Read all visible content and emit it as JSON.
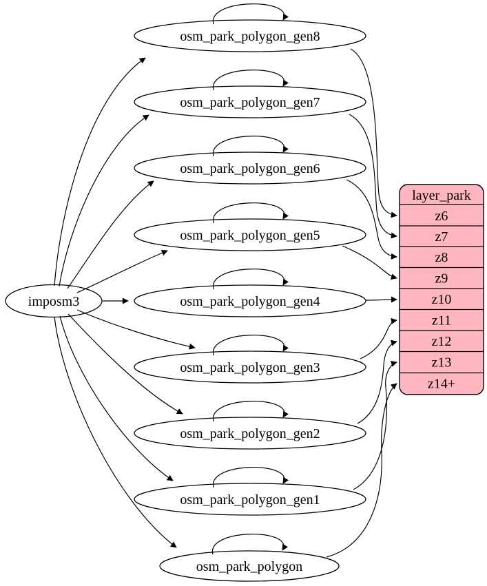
{
  "diagram": {
    "kind": "etl-graph",
    "source": {
      "label": "imposm3"
    },
    "tables": [
      {
        "label": "osm_park_polygon_gen8",
        "target_zoom": "z6"
      },
      {
        "label": "osm_park_polygon_gen7",
        "target_zoom": "z7"
      },
      {
        "label": "osm_park_polygon_gen6",
        "target_zoom": "z8"
      },
      {
        "label": "osm_park_polygon_gen5",
        "target_zoom": "z9"
      },
      {
        "label": "osm_park_polygon_gen4",
        "target_zoom": "z10"
      },
      {
        "label": "osm_park_polygon_gen3",
        "target_zoom": "z11"
      },
      {
        "label": "osm_park_polygon_gen2",
        "target_zoom": "z12"
      },
      {
        "label": "osm_park_polygon_gen1",
        "target_zoom": "z13"
      },
      {
        "label": "osm_park_polygon",
        "target_zoom": "z14+"
      }
    ],
    "layer": {
      "title": "layer_park",
      "rows": [
        "z6",
        "z7",
        "z8",
        "z9",
        "z10",
        "z11",
        "z12",
        "z13",
        "z14+"
      ]
    },
    "colors": {
      "layer_fill": "#ffb6c1",
      "table_fill": "#ffffff",
      "stroke": "#000000",
      "background": "#ffffff"
    }
  }
}
